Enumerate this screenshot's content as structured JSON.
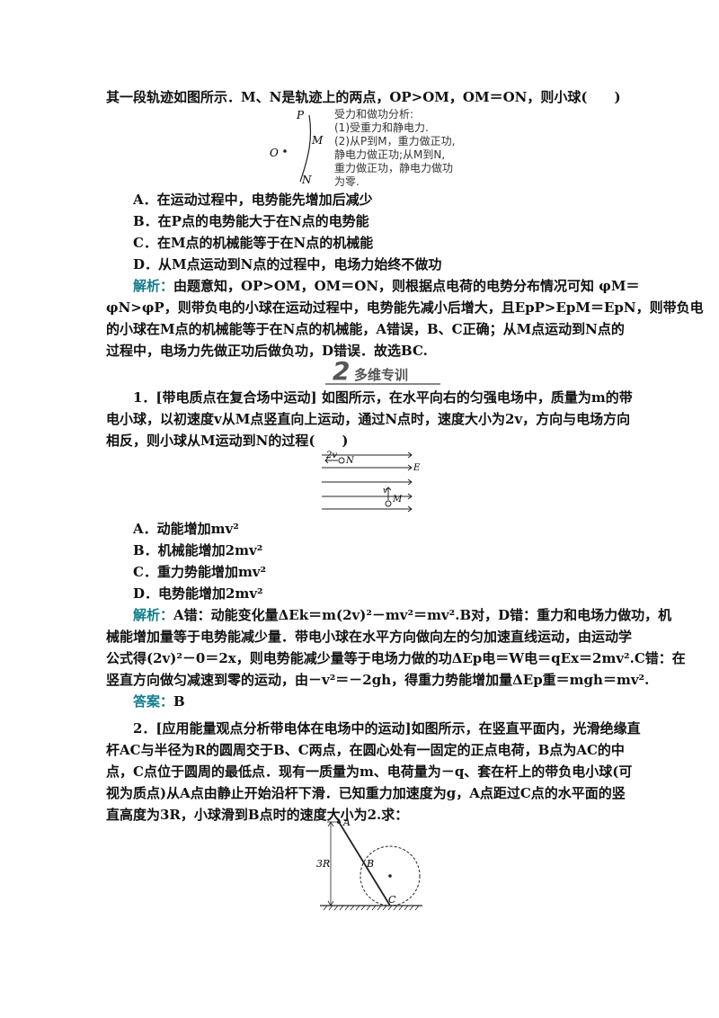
{
  "intro_line": "其一段轨迹如图所示．M、N是轨迹上的两点，OP>OM，OM＝ON，则小球(　　)",
  "fig1": {
    "labels": [
      "P",
      "M",
      "O",
      "N"
    ],
    "note": "受力和做功分析:\n(1)受重力和静电力.\n(2)从P到M，重力做正功,\n静电力做正功;从M到N,\n重力做正功，静电力做功\n为零."
  },
  "q0_options": [
    "A．在运动过程中，电势能先增加后减少",
    "B．在P点的电势能大于在N点的电势能",
    "C．在M点的机械能等于在N点的机械能",
    "D．从M点运动到N点的过程中，电场力始终不做功"
  ],
  "q0_analysis": {
    "label": "解析：",
    "line1": "由题意知，OP>OM，OM＝ON，则根据点电荷的电势分布情况可知 φM＝",
    "line2": "φN>φP，则带负电的小球在运动过程中，电势能先减小后增大，且EpP>EpM＝EpN，则带负电",
    "line3": "的小球在M点的机械能等于在N点的机械能，A错误，B、C正确；从M点运动到N点的",
    "line4": "过程中，电场力先做正功后做负功，D错误．故选BC."
  },
  "banner": {
    "num": "2",
    "text": "多维专训"
  },
  "q1": {
    "line1": "1．[带电质点在复合场中运动]  如图所示，在水平向右的匀强电场中，质量为m的带",
    "line2": "电小球，以初速度v从M点竖直向上运动，通过N点时，速度大小为2v，方向与电场方向",
    "line3": "相反，则小球从M运动到N的过程(　　)",
    "fig_labels": [
      "2v",
      "N",
      "E",
      "v",
      "M"
    ],
    "options": [
      "A．动能增加mv²",
      "B．机械能增加2mv²",
      "C．重力势能增加mv²",
      "D．电势能增加2mv²"
    ],
    "analysis_label": "解析：",
    "analysis": [
      "A错：动能变化量ΔEk＝m(2v)²－mv²＝mv².B对，D错：重力和电场力做功，机",
      "械能增加量等于电势能减少量．带电小球在水平方向做向左的匀加速直线运动，由运动学",
      "公式得(2v)²－0＝2x，则电势能减少量等于电场力做的功ΔEp电＝W电＝qEx＝2mv².C错：在",
      "竖直方向做匀减速到零的运动，由－v²＝－2gh，得重力势能增加量ΔEp重＝mgh＝mv²."
    ],
    "answer_label": "答案：",
    "answer": "B"
  },
  "q2": {
    "lines": [
      "2．[应用能量观点分析带电体在电场中的运动]如图所示，在竖直平面内，光滑绝缘直",
      "杆AC与半径为R的圆周交于B、C两点，在圆心处有一固定的正点电荷，B点为AC的中",
      "点，C点位于圆周的最低点．现有一质量为m、电荷量为－q、套在杆上的带负电小球(可",
      "视为质点)从A点由静止开始沿杆下滑．已知重力加速度为g，A点距过C点的水平面的竖",
      "直高度为3R，小球滑到B点时的速度大小为2.求："
    ],
    "fig_labels": [
      "A",
      "B",
      "C",
      "3R"
    ]
  }
}
